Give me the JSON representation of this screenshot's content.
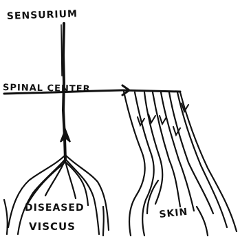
{
  "diagram": {
    "top_label": "SENSURIUM",
    "center_label": "SPINAL CENTER",
    "viscus_label_line1": "DISEASED",
    "viscus_label_line2": "VISCUS",
    "skin_label": "SKIN",
    "ink_color": "#111111",
    "paper_color": "#ffffff"
  }
}
